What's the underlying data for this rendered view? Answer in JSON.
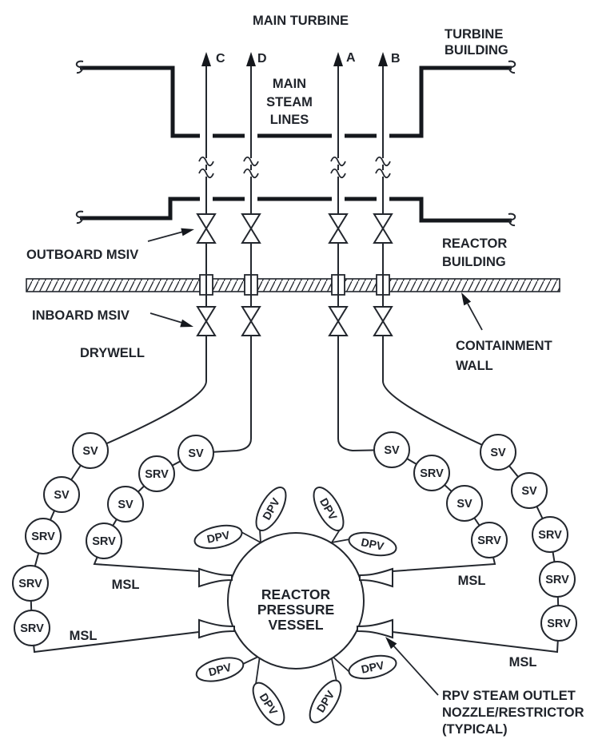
{
  "colors": {
    "ink": "#20242b",
    "paper": "#ffffff"
  },
  "header": {
    "main_turbine": "MAIN TURBINE",
    "turbine_building": [
      "TURBINE",
      "BUILDING"
    ],
    "main_steam_lines": [
      "MAIN",
      "STEAM",
      "LINES"
    ]
  },
  "steam_line_ids": [
    "C",
    "D",
    "A",
    "B"
  ],
  "mid": {
    "outboard_msiv": "OUTBOARD MSIV",
    "inboard_msiv": "INBOARD MSIV",
    "drywell": "DRYWELL",
    "reactor_building": [
      "REACTOR",
      "BUILDING"
    ],
    "containment_wall": [
      "CONTAINMENT",
      "WALL"
    ]
  },
  "valve_chains": {
    "c": [
      "SV",
      "SV",
      "SRV",
      "SRV",
      "SRV"
    ],
    "d": [
      "SV",
      "SRV",
      "SV",
      "SRV"
    ],
    "a": [
      "SV",
      "SRV",
      "SV",
      "SRV"
    ],
    "b": [
      "SV",
      "SV",
      "SRV",
      "SRV",
      "SRV"
    ]
  },
  "msl_label": "MSL",
  "dpv_label": "DPV",
  "rpv": [
    "REACTOR",
    "PRESSURE",
    "VESSEL"
  ],
  "nozzle_note": [
    "RPV STEAM OUTLET",
    "NOZZLE/RESTRICTOR",
    "(TYPICAL)"
  ]
}
